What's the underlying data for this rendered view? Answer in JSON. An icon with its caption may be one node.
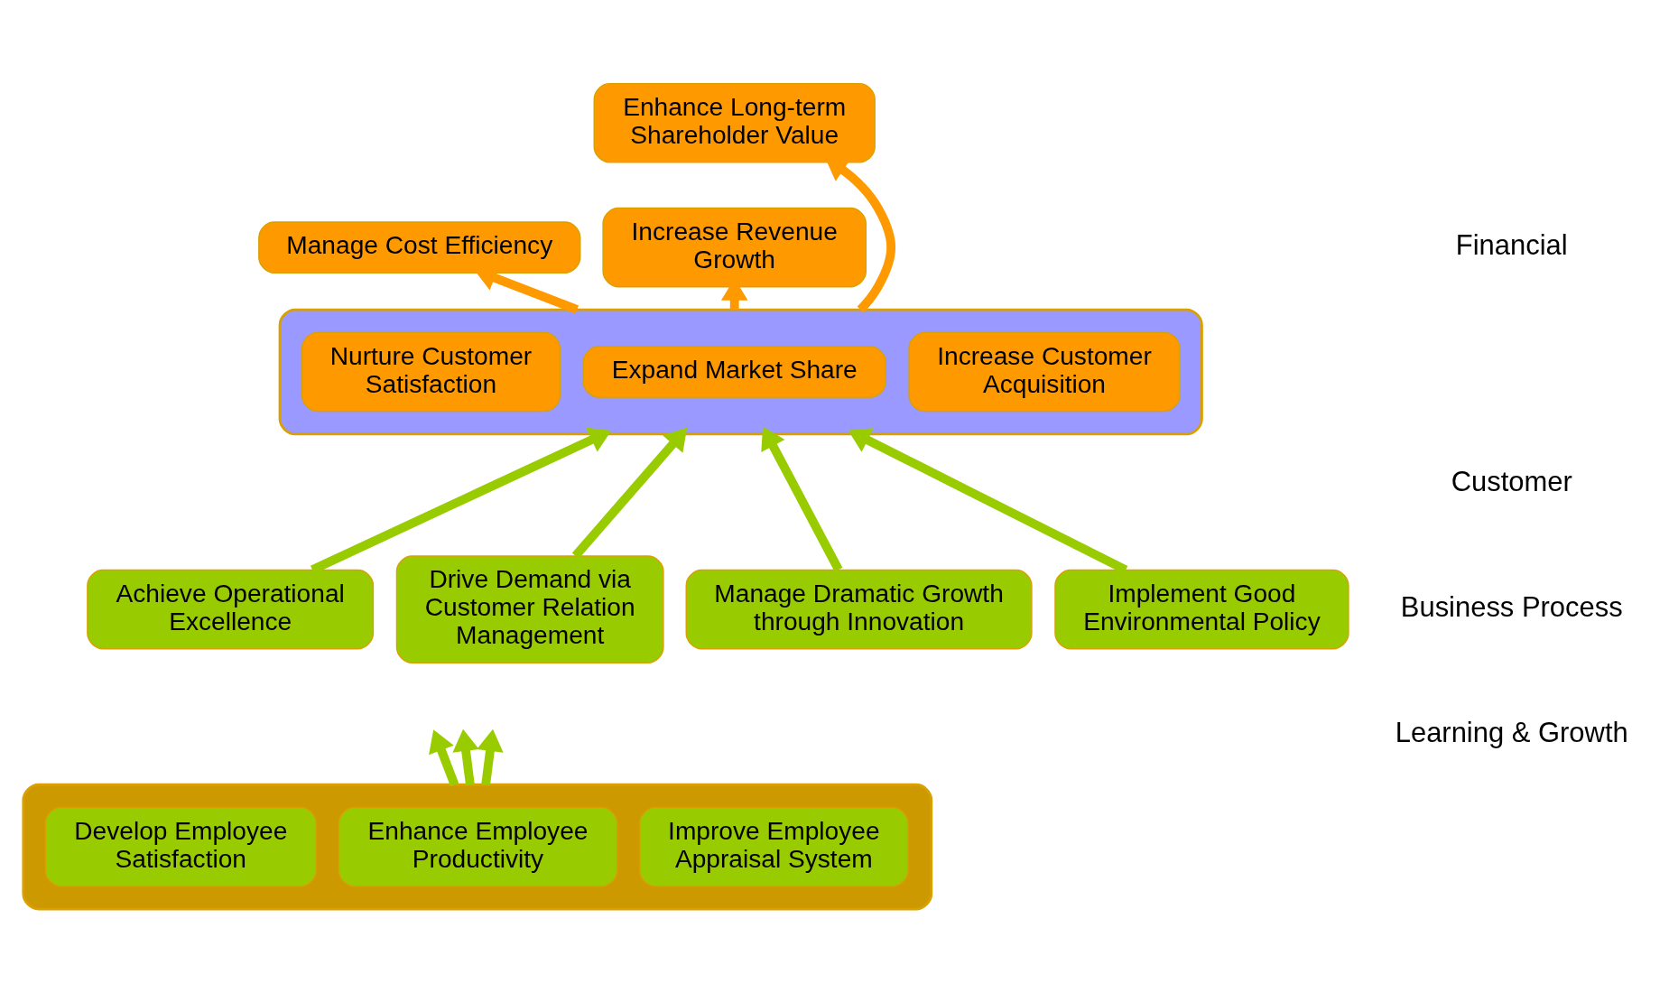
{
  "diagram": {
    "nodes": [
      {
        "text": [
          "Enhance Long-term Shareholder Value"
        ]
      },
      {
        "text": [
          "Manage Cost Efficiency"
        ]
      },
      {
        "text": [
          "Increase Revenue Growth"
        ]
      },
      {
        "text": [],
        "shape": "box"
      },
      {
        "text": [
          "Nurture Customer Satisfaction"
        ],
        "in": 3
      },
      {
        "text": [
          "Expand Market Share"
        ],
        "in": 3
      },
      {
        "text": [
          "Increase Customer Acquisition"
        ],
        "in": 3
      },
      {
        "text": [
          "Achieve Operational Excellence"
        ]
      },
      {
        "text": [
          "Drive Demand via Customer Relation Management"
        ]
      },
      {
        "text": [
          "Manage Dramatic Growth through Innovation"
        ]
      },
      {
        "text": [
          "Implement Good Environmental Policy"
        ]
      },
      {
        "text": [],
        "shape": "box"
      },
      {
        "text": [
          "Develop Employee Satisfaction"
        ],
        "in": 11
      },
      {
        "text": [
          "Enhance Employee Productivity"
        ],
        "in": 11
      },
      {
        "text": [
          "Improve Employee Appraisal System"
        ],
        "in": 11
      }
    ],
    "edges": [
      {
        "from": 3,
        "to": 1,
        "arrow": "to",
        "color": "#ff9900"
      },
      {
        "from": 3,
        "to": 0,
        "arrow": "to",
        "color": "#ff9900"
      },
      {
        "from": 3,
        "to": 2,
        "arrow": "to",
        "color": "#ff9900"
      },
      {
        "from": 7,
        "to": 3,
        "arrow": "to"
      },
      {
        "from": 8,
        "to": 3,
        "arrow": "to"
      },
      {
        "from": 9,
        "to": 3,
        "arrow": "to"
      },
      {
        "from": 10,
        "to": 3,
        "arrow": "to"
      },
      {
        "from": 11,
        "to": null,
        "arrow": "to"
      },
      {
        "from": 11,
        "to": null,
        "arrow": "to"
      },
      {
        "from": 11,
        "to": null,
        "arrow": "to"
      }
    ],
    "labels": [
      "Financial",
      "Customer",
      "Business Process",
      "Learning & Growth"
    ]
  }
}
